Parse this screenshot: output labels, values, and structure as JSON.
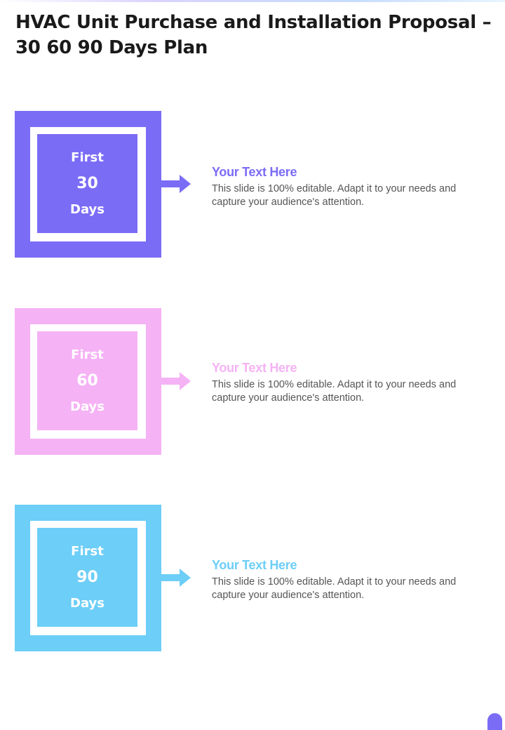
{
  "title": "HVAC Unit Purchase and Installation Proposal – 30 60 90 Days Plan",
  "colors": {
    "row1_outer": "#7b6cf6",
    "row1_inner": "#7b6cf6",
    "row1_accent": "#7b6cf6",
    "row2_outer": "#f5b2f5",
    "row2_inner": "#f5b2f5",
    "row2_accent": "#f5b2f5",
    "row3_outer": "#6dcef7",
    "row3_inner": "#6dcef7",
    "row3_accent": "#6dcef7",
    "corner": "#7b6cf6"
  },
  "rows": [
    {
      "box_line1": "First",
      "box_number": "30",
      "box_line3": "Days",
      "heading": "Your Text Here",
      "body": "This slide is 100% editable. Adapt it to your needs and capture your audience's attention."
    },
    {
      "box_line1": "First",
      "box_number": "60",
      "box_line3": "Days",
      "heading": "Your Text Here",
      "body": "This slide is 100% editable. Adapt it to your needs and capture your audience's attention."
    },
    {
      "box_line1": "First",
      "box_number": "90",
      "box_line3": "Days",
      "heading": "Your Text Here",
      "body": "This slide is 100% editable. Adapt it to your needs and capture your audience's attention."
    }
  ]
}
